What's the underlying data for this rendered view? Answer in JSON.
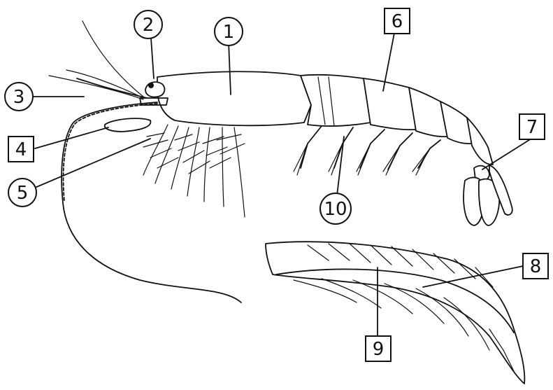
{
  "diagram": {
    "labels": {
      "l1": "1",
      "l2": "2",
      "l3": "3",
      "l4": "4",
      "l5": "5",
      "l6": "6",
      "l7": "7",
      "l8": "8",
      "l9": "9",
      "l10": "10"
    },
    "label_shapes": {
      "circled": [
        "1",
        "2",
        "3",
        "5",
        "10"
      ],
      "boxed": [
        "4",
        "6",
        "7",
        "8",
        "9"
      ]
    },
    "colors": {
      "ink": "#111111",
      "background": "#ffffff"
    }
  }
}
